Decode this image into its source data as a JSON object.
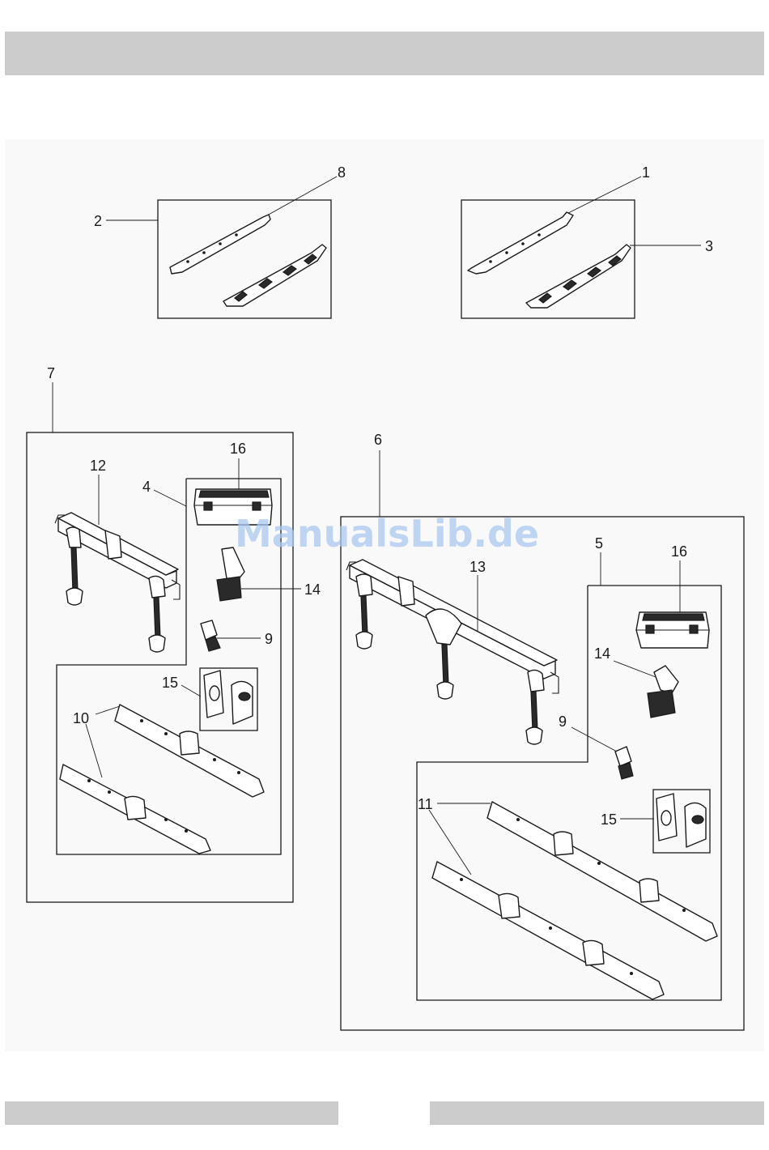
{
  "watermark": "ManualsLib.de",
  "callouts": {
    "c1": "1",
    "c2": "2",
    "c3": "3",
    "c4": "4",
    "c5": "5",
    "c6": "6",
    "c7": "7",
    "c8": "8",
    "c9a": "9",
    "c9b": "9",
    "c10": "10",
    "c11": "11",
    "c12": "12",
    "c13": "13",
    "c14a": "14",
    "c14b": "14",
    "c15a": "15",
    "c15b": "15",
    "c16a": "16",
    "c16b": "16"
  }
}
